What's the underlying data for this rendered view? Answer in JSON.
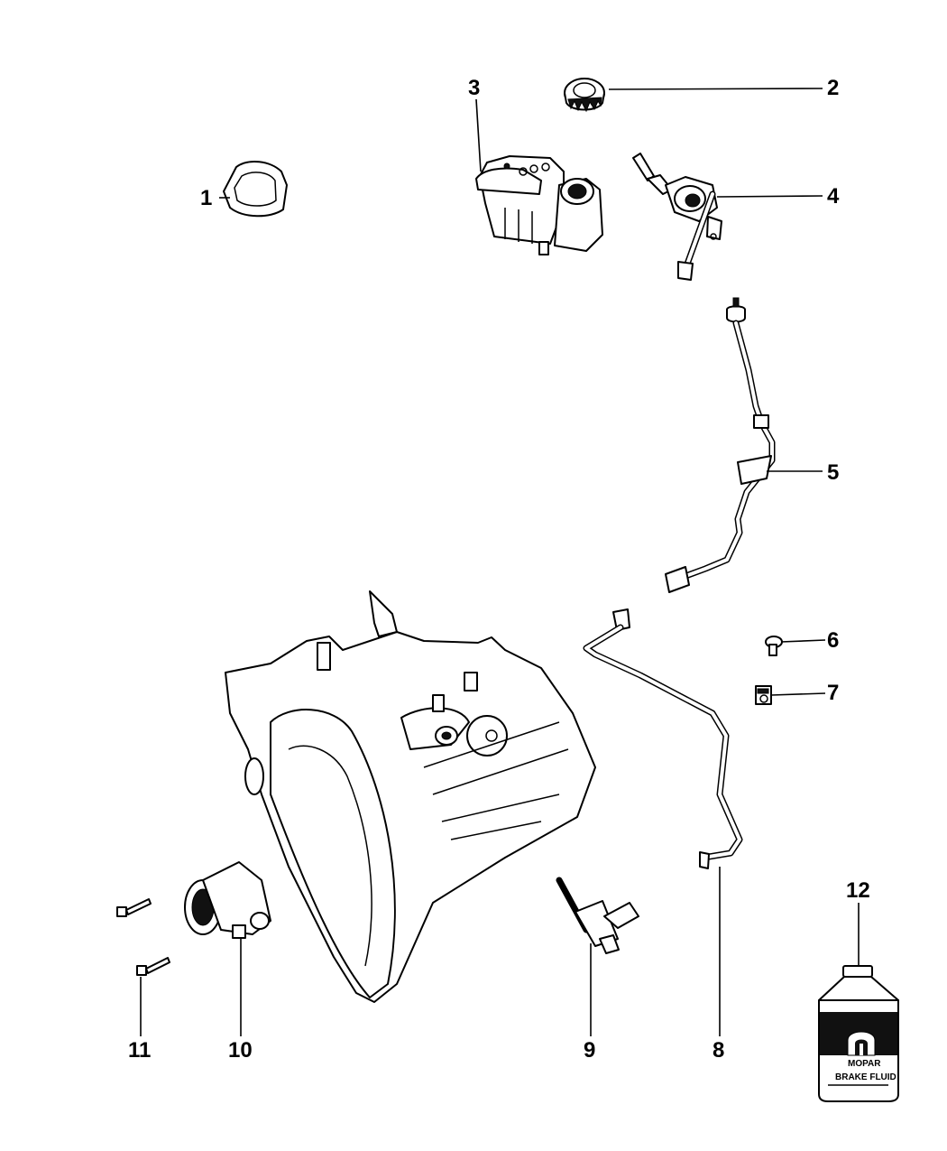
{
  "diagram": {
    "title": "Clutch Hydraulic System Parts Diagram",
    "callouts": [
      {
        "number": "1",
        "part": "gasket"
      },
      {
        "number": "2",
        "part": "reservoir-cap"
      },
      {
        "number": "3",
        "part": "fluid-reservoir"
      },
      {
        "number": "4",
        "part": "clutch-master-cylinder"
      },
      {
        "number": "5",
        "part": "hydraulic-hose"
      },
      {
        "number": "6",
        "part": "bolt"
      },
      {
        "number": "7",
        "part": "clip"
      },
      {
        "number": "8",
        "part": "hydraulic-tube"
      },
      {
        "number": "9",
        "part": "bleeder-fitting"
      },
      {
        "number": "10",
        "part": "slave-cylinder"
      },
      {
        "number": "11",
        "part": "bolt"
      },
      {
        "number": "12",
        "part": "brake-fluid-bottle"
      }
    ],
    "bottle_label": {
      "brand": "MOPAR",
      "product": "BRAKE FLUID"
    }
  }
}
